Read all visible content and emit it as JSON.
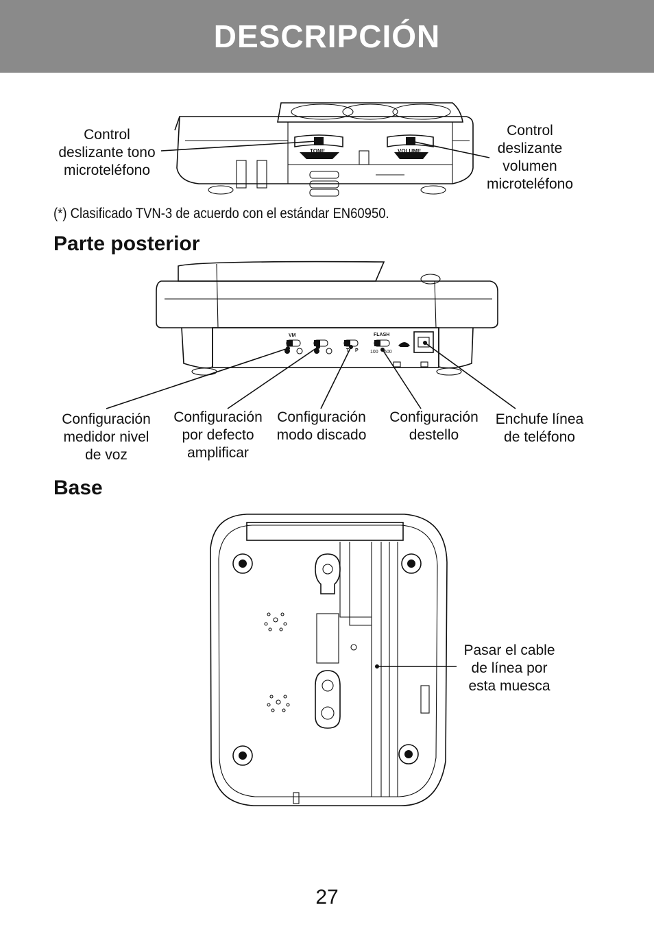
{
  "header": {
    "title": "DESCRIPCIÓN"
  },
  "top_view": {
    "label_tone": "Control\ndeslizante tono\nmicroteléfono",
    "label_volume": "Control\ndeslizante\nvolumen\nmicroteléfono",
    "slider_tone": "TONE",
    "slider_volume": "VOLUME"
  },
  "note": "(*) Clasificado TVN-3 de acuerdo con el estándar EN60950.",
  "rear": {
    "heading": "Parte posterior",
    "switch_vm": "VM",
    "switch_flash": "FLASH",
    "switch_dial_t": "T",
    "switch_dial_p": "P",
    "flash_100": "100",
    "flash_600": "600",
    "labels": {
      "voice_meter": "Configuración\nmedidor nivel\nde voz",
      "amplify": "Configuración\npor defecto\namplificar",
      "dial_mode": "Configuración\nmodo discado",
      "flash": "Configuración\ndestello",
      "jack": "Enchufe línea\nde teléfono"
    }
  },
  "base": {
    "heading": "Base",
    "label_notch": "Pasar el cable\nde línea por\nesta muesca"
  },
  "page_number": "27"
}
